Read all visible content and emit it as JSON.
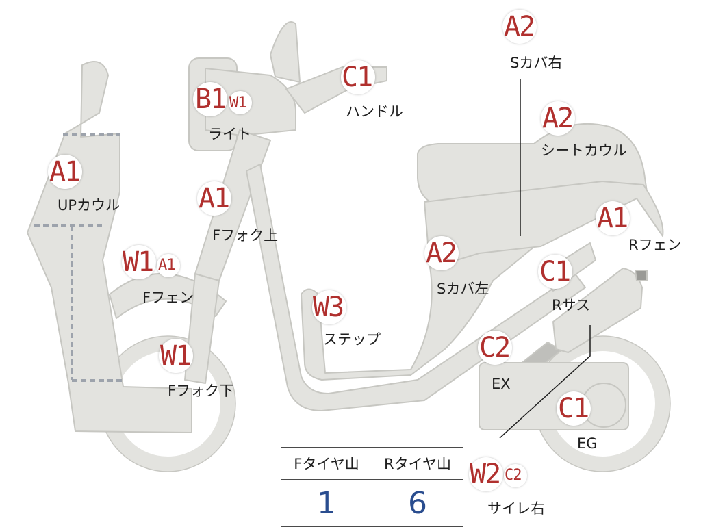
{
  "parts": [
    {
      "id": "up-cowl",
      "code": "A1",
      "label": "UPカウル"
    },
    {
      "id": "light",
      "code": "B1",
      "sub_code": "W1",
      "label": "ライト"
    },
    {
      "id": "handle",
      "code": "C1",
      "label": "ハンドル"
    },
    {
      "id": "f-fork-upper",
      "code": "A1",
      "label": "Fフォク上"
    },
    {
      "id": "f-fender",
      "code": "W1",
      "sub_code": "A1",
      "label": "Fフェン"
    },
    {
      "id": "f-fork-lower",
      "code": "W1",
      "label": "Fフォク下"
    },
    {
      "id": "step",
      "code": "W3",
      "label": "ステップ"
    },
    {
      "id": "s-cover-left",
      "code": "A2",
      "label": "Sカバ左"
    },
    {
      "id": "s-cover-right",
      "code": "A2",
      "label": "Sカバ右"
    },
    {
      "id": "seat-cowl",
      "code": "A2",
      "label": "シートカウル"
    },
    {
      "id": "r-fender",
      "code": "A1",
      "label": "Rフェン"
    },
    {
      "id": "r-suspension",
      "code": "C1",
      "label": "Rサス"
    },
    {
      "id": "exhaust",
      "code": "C2",
      "label": "EX"
    },
    {
      "id": "engine",
      "code": "C1",
      "label": "EG"
    },
    {
      "id": "muffler-right",
      "code": "W2",
      "sub_code": "C2",
      "label": "サイレ右"
    }
  ],
  "tire_table": {
    "headers": [
      "Fタイヤ山",
      "Rタイヤ山"
    ],
    "values": [
      "1",
      "6"
    ]
  },
  "colors": {
    "body": "#e3e3df",
    "outline": "#c7c7c2",
    "dash": "#9da3ac",
    "code": "#b0302e",
    "value": "#2a4d8f"
  }
}
